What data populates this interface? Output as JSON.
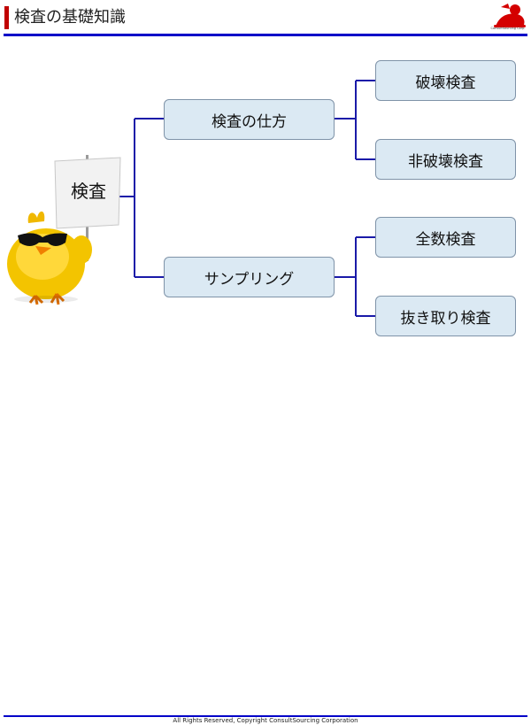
{
  "header": {
    "title": "検査の基礎知識",
    "logo_text": "ConsultSourcing Corp."
  },
  "diagram": {
    "root": "検査",
    "branches": [
      {
        "label": "検査の仕方",
        "children": [
          "破壊検査",
          "非破壊検査"
        ]
      },
      {
        "label": "サンプリング",
        "children": [
          "全数検査",
          "抜き取り検査"
        ]
      }
    ],
    "line_color": "#1a1aa8",
    "box_fill": "#dbe9f3"
  },
  "footer": {
    "text": "All Rights Reserved, Copyright  ConsultSourcing Corporation"
  },
  "colors": {
    "accent": "#c00000",
    "rule": "#0000c8"
  }
}
